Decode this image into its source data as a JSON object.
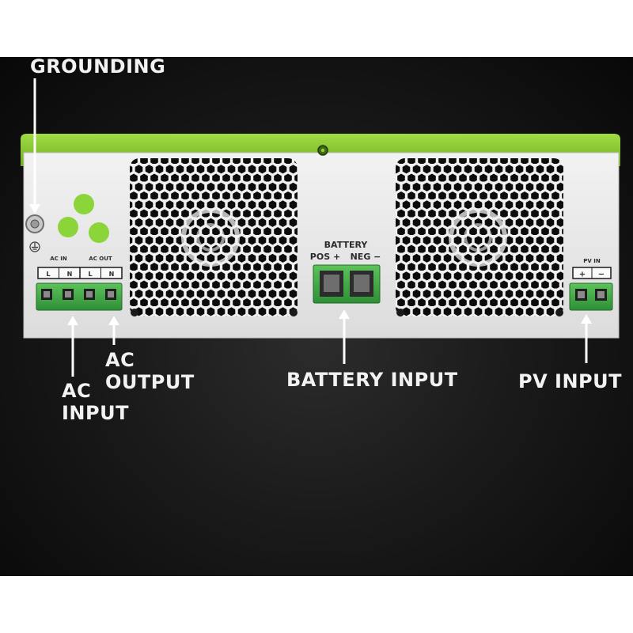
{
  "callouts": {
    "grounding": "GROUNDING",
    "ac_input": [
      "AC",
      "INPUT"
    ],
    "ac_output": [
      "AC",
      "OUTPUT"
    ],
    "battery_input": "BATTERY INPUT",
    "pv_input": "PV INPUT"
  },
  "panel": {
    "ac_in_label": "AC IN",
    "ac_out_label": "AC OUT",
    "terminal_l": "L",
    "terminal_n": "N",
    "battery_label": "BATTERY",
    "battery_pos": "POS +",
    "battery_neg": "NEG −",
    "pv_in_label": "PV IN",
    "pv_plus": "+",
    "pv_minus": "−"
  },
  "colors": {
    "lime": "#86c82e",
    "terminal_green": "#4cb34a",
    "panel_grey": "#e8e8e8",
    "background": "#141414"
  }
}
